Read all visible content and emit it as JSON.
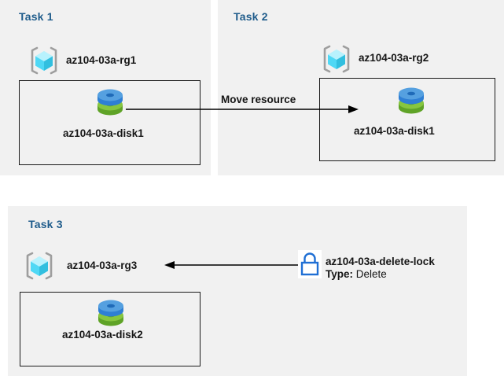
{
  "diagram": {
    "title_color": "#1f5c8b",
    "panel_bg": "#f1f1f1",
    "panels": [
      {
        "key": "task1",
        "title": "Task 1",
        "resource_group": {
          "label": "az104-03a-rg1",
          "icon": "resource-group-icon"
        },
        "resource": {
          "label": "az104-03a-disk1",
          "icon": "disk-icon"
        }
      },
      {
        "key": "task2",
        "title": "Task 2",
        "resource_group": {
          "label": "az104-03a-rg2",
          "icon": "resource-group-icon"
        },
        "resource": {
          "label": "az104-03a-disk1",
          "icon": "disk-icon"
        }
      },
      {
        "key": "task3",
        "title": "Task 3",
        "resource_group": {
          "label": "az104-03a-rg3",
          "icon": "resource-group-icon"
        },
        "resource": {
          "label": "az104-03a-disk2",
          "icon": "disk-icon"
        }
      }
    ],
    "connectors": [
      {
        "key": "move-resource",
        "label": "Move resource",
        "direction": "right",
        "from": "az104-03a-disk1 (Task 1)",
        "to": "az104-03a-disk1 (Task 2)"
      },
      {
        "key": "delete-lock-applies-to-rg3",
        "label": "",
        "direction": "left",
        "from": "az104-03a-delete-lock",
        "to": "az104-03a-rg3"
      }
    ],
    "lock": {
      "icon": "lock-icon",
      "name": "az104-03a-delete-lock",
      "type_label": "Type:",
      "type_value": "Delete",
      "color": "#1f6fd4"
    },
    "icon_colors": {
      "cube_light": "#a5eefd",
      "cube_mid": "#4fd8f5",
      "cube_dark": "#32bfdf",
      "bracket": "#9e9e9e",
      "disk_blue_top": "#55a0e0",
      "disk_blue_body": "#2f7fd4",
      "disk_green_top": "#87c63f",
      "disk_green_body": "#5fa327",
      "line": "#000000"
    }
  }
}
